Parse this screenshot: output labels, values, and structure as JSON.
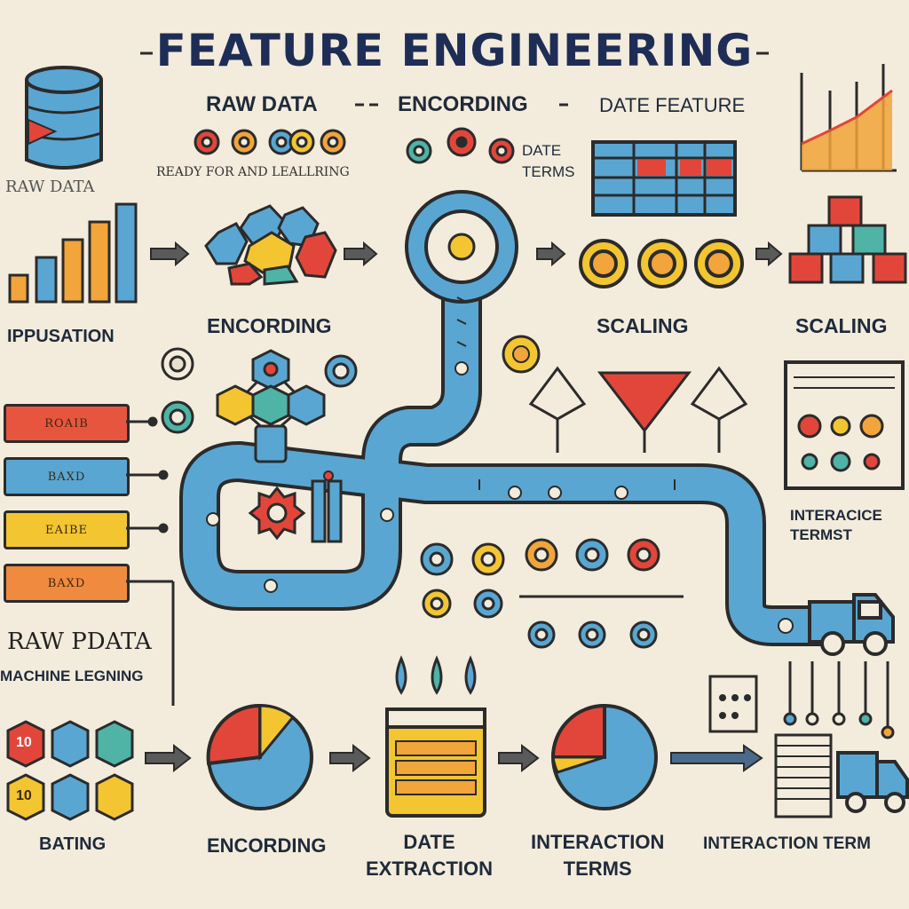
{
  "title": "FEATURE ENGINEERING",
  "labels": {
    "raw_data_top": "RAW DATA",
    "encording_top": "ENCORDING",
    "date_feature_top": "DATE FEATURE",
    "raw_data_left": "RAW DATA",
    "ready_for": "READY FOR AND LEALLRING",
    "date_terms": "DATE\nTERMS",
    "ippusation": "IPPUSATION",
    "encording_mid": "ENCORDING",
    "scaling_mid": "SCALING",
    "scaling_right": "SCALING",
    "interacice_terms": "INTERACICE\nTERMST",
    "raw_pdata": "RAW PDATA",
    "machine_leaning": "MACHINE LEGNING",
    "bating": "BATING",
    "encording_bottom": "ENCORDING",
    "date_extraction": "DATE\nEXTRACTION",
    "interaction_terms": "INTERACTION\nTERMS",
    "interaction_term_right": "INTERACTION TERM"
  },
  "left_bars": [
    "ROAIB",
    "BAXD",
    "EAIBE",
    "BAXD"
  ],
  "grid_numbers": [
    "10",
    "",
    "",
    "10",
    "",
    ""
  ],
  "colors": {
    "blue": "#5aa6d2",
    "red": "#e2463a",
    "orange": "#f1a53a",
    "yellow": "#f3c531",
    "teal": "#4fb3a6",
    "dark": "#2b2b2b",
    "bg": "#f3ecdc"
  }
}
